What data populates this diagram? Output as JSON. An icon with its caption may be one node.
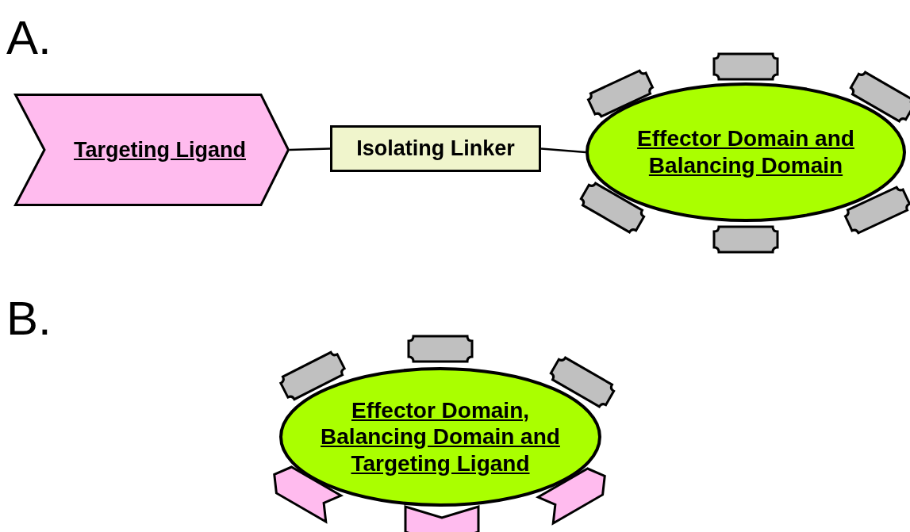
{
  "diagram": {
    "nodes": [
      {
        "text": [
          "Targeting Ligand"
        ]
      },
      {
        "text": [
          "Isolating Linker"
        ]
      },
      {
        "text": [
          "Effector Domain and Balancing Domain"
        ]
      },
      {
        "text": [
          "Effector Domain, Balancing Domain and Targeting Ligand"
        ]
      }
    ],
    "edges": [
      {
        "from": 0,
        "to": 1,
        "arrow": "none"
      },
      {
        "from": 1,
        "to": 2,
        "arrow": "none"
      }
    ],
    "labels": [
      "A.",
      "B."
    ]
  }
}
